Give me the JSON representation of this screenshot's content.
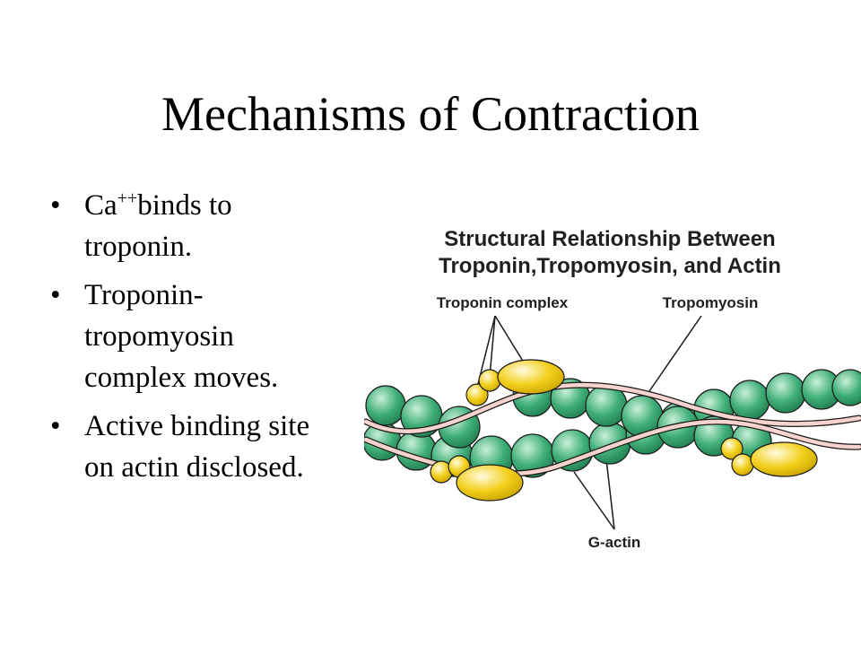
{
  "slide": {
    "title": "Mechanisms of Contraction",
    "bullets": [
      {
        "pre": "Ca",
        "sup": "++",
        "post": "binds to troponin."
      },
      {
        "text": "Troponin-tropomyosin complex moves."
      },
      {
        "text": "Active binding site on actin disclosed."
      }
    ]
  },
  "diagram": {
    "title_line1": "Structural Relationship Between",
    "title_line2": "Troponin,Tropomyosin, and Actin",
    "labels": {
      "troponin_complex": "Troponin complex",
      "tropomyosin": "Tropomyosin",
      "g_actin": "G-actin"
    },
    "colors": {
      "actin": "#3fae78",
      "actin_highlight": "#c9f0d8",
      "troponin": "#f2cf1a",
      "tropomyosin": "#f6d3cc",
      "outline": "#1a1a1a"
    }
  }
}
